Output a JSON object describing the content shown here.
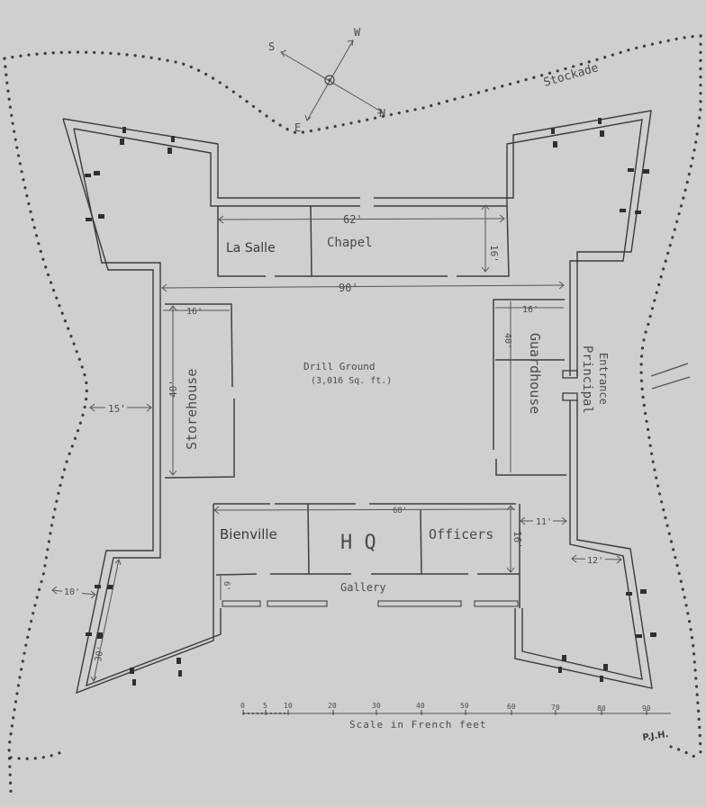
{
  "title": "Fort plan (hand-drawn)",
  "compass": {
    "labels": [
      "S",
      "W",
      "E",
      "N"
    ]
  },
  "stockade_label": "Stockade",
  "rooms": {
    "la_salle": "La Salle",
    "chapel": "Chapel",
    "storehouse": "Storehouse",
    "guardhouse": "Guardhouse",
    "bienville": "Bienville",
    "hq": "H Q",
    "officers": "Officers",
    "gallery": "Gallery"
  },
  "drill_ground": {
    "label": "Drill Ground",
    "area": "(3,016 Sq. ft.)"
  },
  "principal_entrance": {
    "line1": "Principal",
    "line2": "Entrance"
  },
  "dimensions": {
    "north_building_length": "62'",
    "north_building_depth": "16'",
    "interior_width": "90'",
    "storehouse_width": "16'",
    "storehouse_length": "40'",
    "guardhouse_width": "16'",
    "guardhouse_length": "40'",
    "stockade_gap_west": "15'",
    "south_building_length": "68'",
    "south_building_depth": "16'",
    "gallery_depth": "6'",
    "curtain_offset_east": "11'",
    "bastion_flank_se": "12'",
    "stockade_gap_sw": "10'",
    "bastion_face_sw": "30'"
  },
  "scale": {
    "label": "Scale in French feet",
    "ticks": [
      "0",
      "5",
      "10",
      "20",
      "30",
      "40",
      "50",
      "60",
      "70",
      "80",
      "90"
    ]
  },
  "signature": "P.J.H."
}
